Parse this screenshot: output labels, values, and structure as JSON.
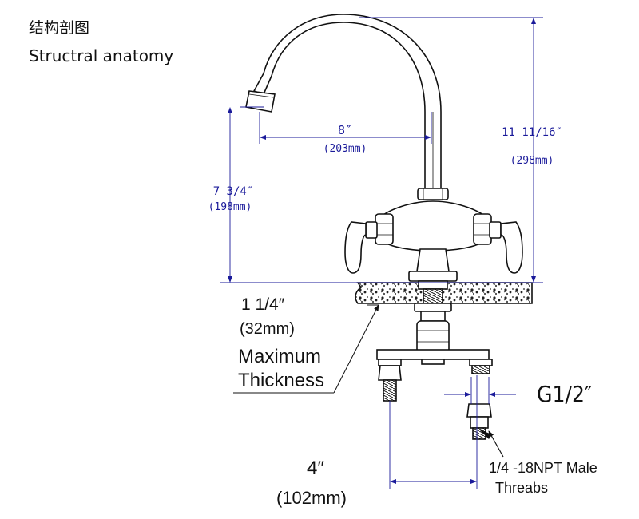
{
  "caption": {
    "chinese_title": "结构剖图",
    "english_title": "Structral anatomy"
  },
  "dimensions": {
    "spout_reach": {
      "imperial": "8″",
      "metric": "(203mm)"
    },
    "total_height": {
      "imperial": "11 11/16″",
      "metric": "(298mm)"
    },
    "spout_height": {
      "imperial": "7 3/4″",
      "metric": "(198mm)"
    },
    "deck_thickness": {
      "imperial": "1 1/4″",
      "metric": "(32mm)",
      "line1": "Maximum",
      "line2": "Thickness"
    },
    "thread_size": {
      "label": "G1/2″"
    },
    "shank_spacing": {
      "imperial": "4″",
      "metric": "(102mm)"
    },
    "inlet_thread": {
      "line1": "1/4 -18NPT  Male",
      "line2": "Threabs"
    }
  },
  "colors": {
    "dimension": "#1a1a9a",
    "outline": "#111111",
    "background": "#ffffff"
  }
}
